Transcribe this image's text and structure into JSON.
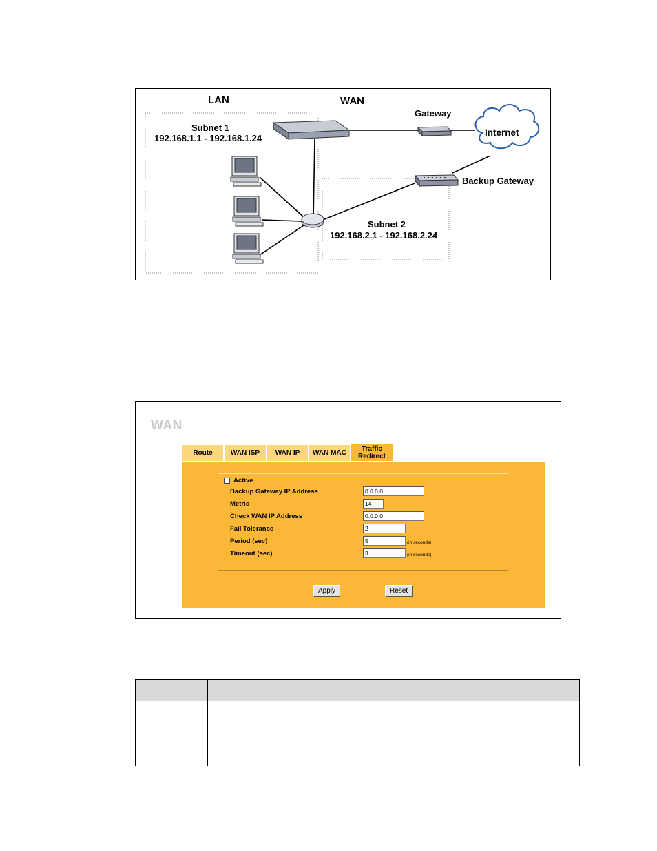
{
  "diagram": {
    "lan": "LAN",
    "wan": "WAN",
    "gateway": "Gateway",
    "internet": "Internet",
    "backup_gateway": "Backup Gateway",
    "subnet1_name": "Subnet 1",
    "subnet1_range": "192.168.1.1 - 192.168.1.24",
    "subnet2_name": "Subnet 2",
    "subnet2_range": "192.168.2.1 - 192.168.2.24"
  },
  "wan_screen": {
    "title": "WAN",
    "tabs": [
      {
        "label": "Route"
      },
      {
        "label": "WAN ISP"
      },
      {
        "label": "WAN IP"
      },
      {
        "label": "WAN MAC"
      },
      {
        "label": "Traffic Redirect",
        "line1": "Traffic",
        "line2": "Redirect",
        "active": true
      }
    ],
    "active_label": "Active",
    "active_checked": false,
    "fields": [
      {
        "label": "Backup Gateway IP Address",
        "value": "0.0.0.0"
      },
      {
        "label": "Metric",
        "value": "14"
      },
      {
        "label": "Check WAN IP Address",
        "value": "0.0.0.0"
      },
      {
        "label": "Fail Tolerance",
        "value": "2"
      },
      {
        "label": "Period (sec)",
        "value": "5",
        "note": "(in seconds)"
      },
      {
        "label": "Timeout (sec)",
        "value": "3",
        "note": "(in seconds)"
      }
    ],
    "apply_label": "Apply",
    "reset_label": "Reset",
    "colors": {
      "panel": "#fbb838",
      "tab": "#fcd77c",
      "title": "#c9c9c9"
    }
  },
  "table": {
    "header": [
      "",
      ""
    ],
    "rows": [
      [
        "",
        ""
      ],
      [
        "",
        ""
      ]
    ]
  }
}
